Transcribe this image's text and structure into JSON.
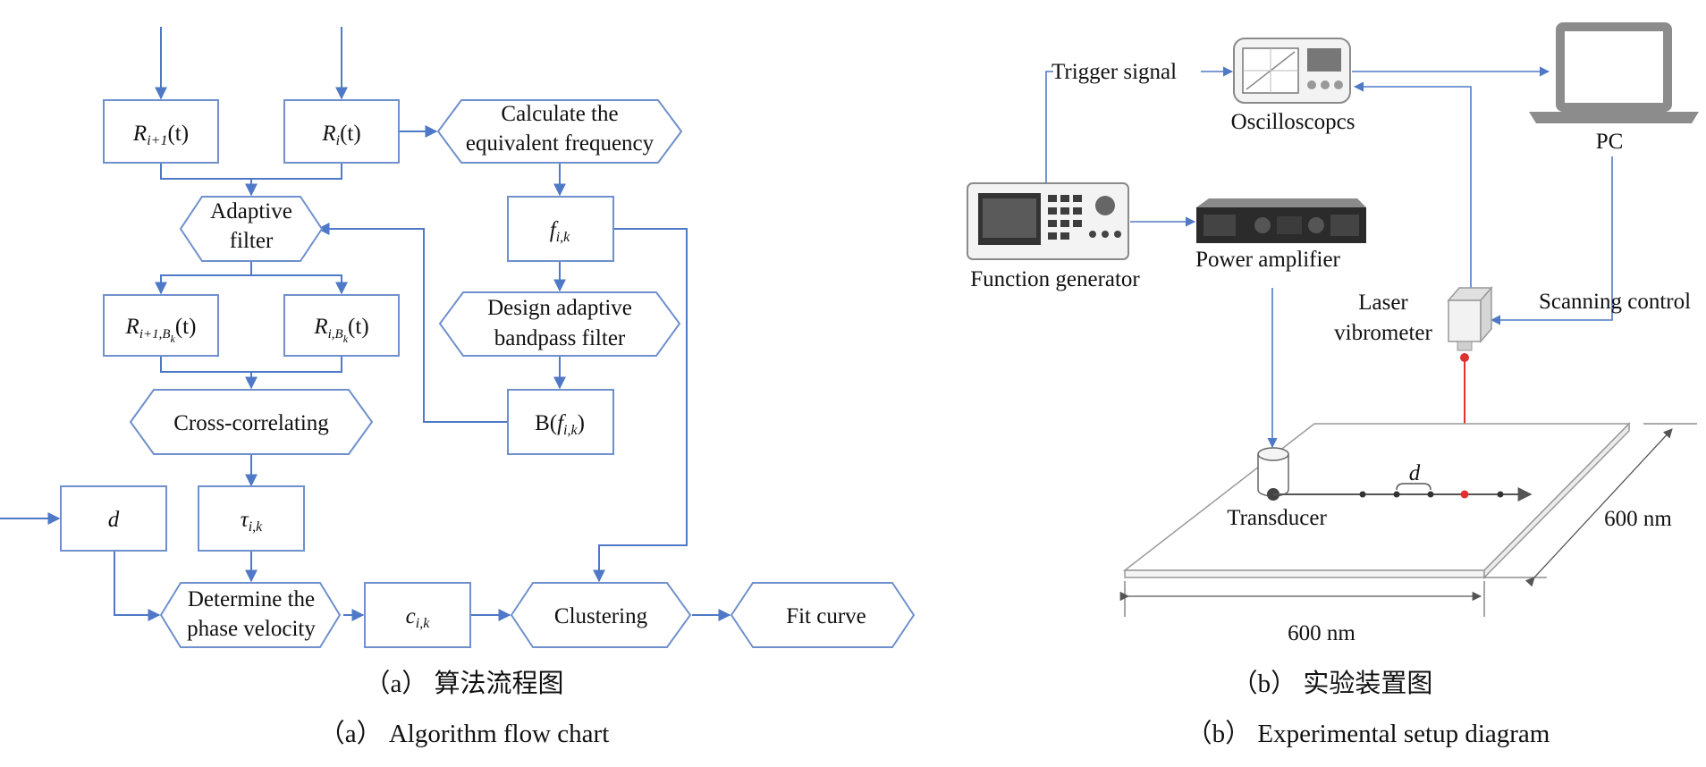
{
  "flowchart": {
    "r_next": "R",
    "r_next_sub": "i+1",
    "r_cur": "R",
    "r_cur_sub": "i",
    "arg_t": "(t)",
    "calc_line1": "Calculate the",
    "calc_line2": "equivalent frequency",
    "adaptive_line1": "Adaptive",
    "adaptive_line2": "filter",
    "f_main": "f",
    "f_sub": "i,k",
    "rb_next_sub": "i+1,B",
    "rb_cur_sub": "i,B",
    "rb_k": "k",
    "design_line1": "Design adaptive",
    "design_line2": "bandpass filter",
    "xcorr": "Cross-correlating",
    "b_prefix": "B(",
    "b_suffix": ")",
    "d": "d",
    "tau": "τ",
    "tau_sub": "i,k",
    "phase_line1": "Determine the",
    "phase_line2": "phase velocity",
    "c": "c",
    "c_sub": "i,k",
    "cluster": "Clustering",
    "fit": "Fit curve"
  },
  "setup": {
    "trigger": "Trigger signal",
    "oscilloscope": "Oscilloscopcs",
    "pc": "PC",
    "function_generator": "Function generator",
    "power_amplifier": "Power amplifier",
    "laser_line1": "Laser",
    "laser_line2": "vibrometer",
    "scanning": "Scanning control",
    "d": "d",
    "transducer": "Transducer",
    "dim_right": "600 nm",
    "dim_bottom": "600 nm"
  },
  "captions": {
    "a_cn": "（a）  算法流程图",
    "a_en": "（a）  Algorithm flow chart",
    "b_cn": "（b）  实验装置图",
    "b_en": "（b）  Experimental setup diagram"
  },
  "colors": {
    "line": "#4f79c6",
    "box_stroke": "#6f90cc",
    "laser": "#e03030"
  }
}
